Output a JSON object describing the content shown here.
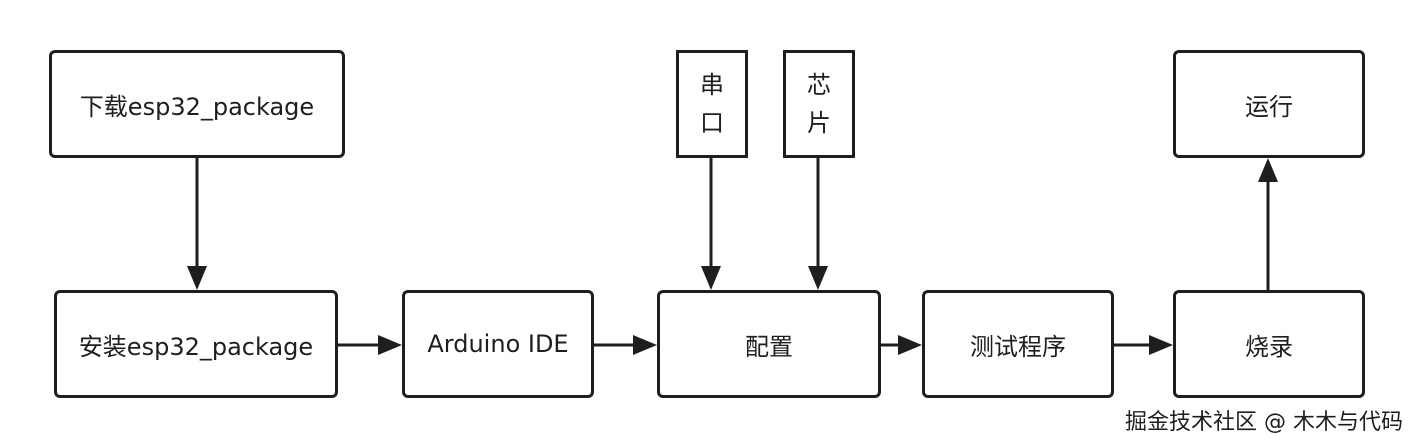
{
  "diagram": {
    "nodes": {
      "download": "下载esp32_package",
      "install": "安装esp32_package",
      "arduino": "Arduino IDE",
      "config": "配置",
      "test": "测试程序",
      "burn": "烧录",
      "run": "运行",
      "serial": [
        "串",
        "口"
      ],
      "chip": [
        "芯",
        "片"
      ]
    },
    "edges": [
      {
        "from": "download",
        "to": "install"
      },
      {
        "from": "install",
        "to": "arduino"
      },
      {
        "from": "arduino",
        "to": "config"
      },
      {
        "from": "serial",
        "to": "config"
      },
      {
        "from": "chip",
        "to": "config"
      },
      {
        "from": "config",
        "to": "test"
      },
      {
        "from": "test",
        "to": "burn"
      },
      {
        "from": "burn",
        "to": "run"
      }
    ]
  },
  "watermark": "掘金技术社区 @ 木木与代码",
  "colors": {
    "stroke": "#1e1e1e",
    "background": "#ffffff"
  }
}
